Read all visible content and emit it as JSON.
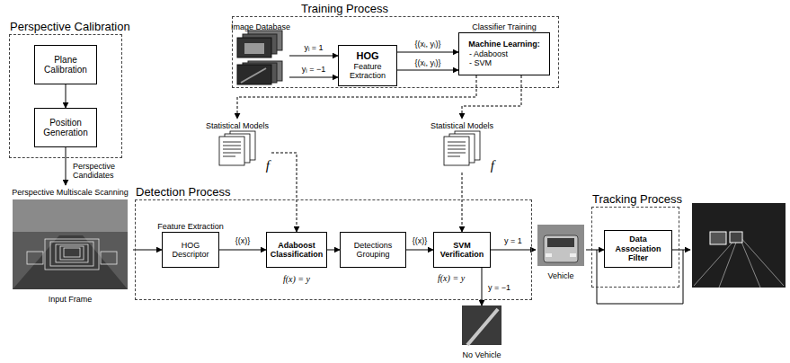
{
  "diagram": {
    "nodes": [
      {
        "text": [
          "Training Process"
        ]
      },
      {
        "text": [
          "Image Database"
        ],
        "in": 0
      },
      {
        "text": [
          "HOG",
          "Feature Extraction"
        ],
        "in": 0
      },
      {
        "text": [
          "Classifier Training",
          "Machine Learning:",
          "- Adaboost",
          "- SVM"
        ],
        "in": 0
      },
      {
        "text": [
          "Perspective Calibration"
        ]
      },
      {
        "text": [
          "Plane Calibration"
        ],
        "in": 4
      },
      {
        "text": [
          "Position Generation"
        ],
        "in": 4
      },
      {
        "text": [
          "Statistical Models",
          "f"
        ]
      },
      {
        "text": [
          "Statistical Models",
          "f"
        ]
      },
      {
        "text": [
          "Perspective Multiscale Scanning",
          "Input Frame"
        ]
      },
      {
        "text": [
          "Detection Process"
        ]
      },
      {
        "text": [
          "Feature Extraction",
          "HOG Descriptor"
        ],
        "in": 10
      },
      {
        "text": [
          "Adaboost Classification"
        ],
        "in": 10
      },
      {
        "text": [
          "Detections Grouping"
        ],
        "in": 10
      },
      {
        "text": [
          "SVM Verification"
        ],
        "in": 10
      },
      {
        "text": [
          "Vehicle"
        ]
      },
      {
        "text": [
          "No Vehicle"
        ]
      },
      {
        "text": [
          "Tracking Process"
        ]
      },
      {
        "text": [
          "Data Association Filter"
        ],
        "in": 17
      }
    ],
    "edges": [
      {
        "from": 1,
        "to": 2,
        "arrow": "to",
        "label": "yᵢ = 1"
      },
      {
        "from": 1,
        "to": 2,
        "arrow": "to",
        "label": "yᵢ = −1"
      },
      {
        "from": 2,
        "to": 3,
        "arrow": "to",
        "label": "{(xᵢ, yᵢ)}"
      },
      {
        "from": 2,
        "to": 3,
        "arrow": "to",
        "label": "{(xᵢ, yᵢ)}"
      },
      {
        "from": 3,
        "to": 7,
        "arrow": "to"
      },
      {
        "from": 3,
        "to": 8,
        "arrow": "to"
      },
      {
        "from": 7,
        "to": 12,
        "arrow": "to"
      },
      {
        "from": 8,
        "to": 14,
        "arrow": "to"
      },
      {
        "from": 5,
        "to": 6,
        "arrow": "to"
      },
      {
        "from": 6,
        "to": 9,
        "arrow": "to",
        "label": "Perspective Candidates"
      },
      {
        "from": 9,
        "to": 11,
        "arrow": "to"
      },
      {
        "from": 11,
        "to": 12,
        "arrow": "to",
        "label": "{(x)}"
      },
      {
        "from": 12,
        "to": 13,
        "arrow": "to"
      },
      {
        "from": 13,
        "to": 14,
        "arrow": "to",
        "label": "{(x)}"
      },
      {
        "from": 14,
        "to": 15,
        "arrow": "to",
        "label": "y = 1"
      },
      {
        "from": 14,
        "to": 16,
        "arrow": "to",
        "label": "y = −1"
      },
      {
        "from": 15,
        "to": 18,
        "arrow": "to"
      }
    ],
    "labels": [
      "f(x) = y",
      "f(x) = y"
    ]
  }
}
